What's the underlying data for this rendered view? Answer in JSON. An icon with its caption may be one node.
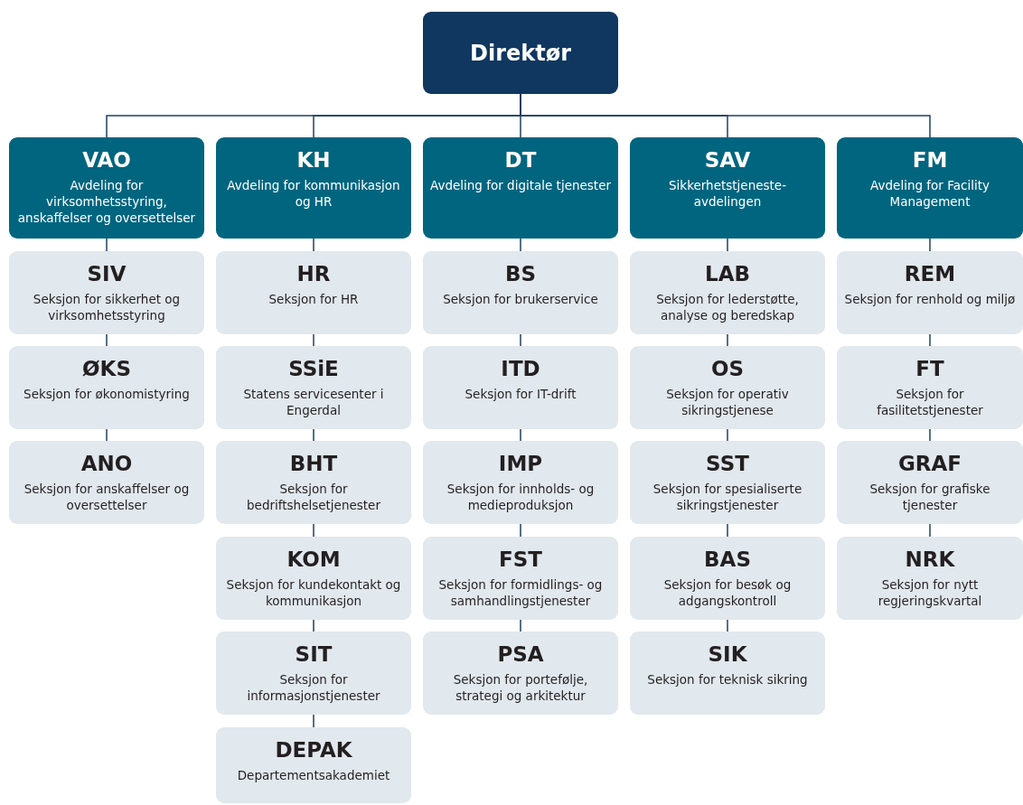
{
  "diagram": {
    "nodes": [
      {
        "text": [
          "Direktør"
        ]
      },
      {
        "text": [
          "VAO",
          "Avdeling for virksomhetsstyring, anskaffelser og oversettelser"
        ]
      },
      {
        "text": [
          "SIV",
          "Seksjon for sikkerhet og virksomhetsstyring"
        ]
      },
      {
        "text": [
          "ØKS",
          "Seksjon for økonomistyring"
        ]
      },
      {
        "text": [
          "ANO",
          "Seksjon for anskaffelser og oversettelser"
        ]
      },
      {
        "text": [
          "KH",
          "Avdeling for kommunikasjon og HR"
        ]
      },
      {
        "text": [
          "HR",
          "Seksjon for HR"
        ]
      },
      {
        "text": [
          "SSiE",
          "Statens servicesenter i Engerdal"
        ]
      },
      {
        "text": [
          "BHT",
          "Seksjon for bedriftshelsetjenester"
        ]
      },
      {
        "text": [
          "KOM",
          "Seksjon for kundekontakt og kommunikasjon"
        ]
      },
      {
        "text": [
          "SIT",
          "Seksjon for informasjonstjenester"
        ]
      },
      {
        "text": [
          "DEPAK",
          "Departementsakademiet"
        ]
      },
      {
        "text": [
          "DT",
          "Avdeling for digitale tjenester"
        ]
      },
      {
        "text": [
          "BS",
          "Seksjon for brukerservice"
        ]
      },
      {
        "text": [
          "ITD",
          "Seksjon for IT-drift"
        ]
      },
      {
        "text": [
          "IMP",
          "Seksjon for innholds- og medieproduksjon"
        ]
      },
      {
        "text": [
          "FST",
          "Seksjon for formidlings- og samhandlingstjenester"
        ]
      },
      {
        "text": [
          "PSA",
          "Seksjon for portefølje, strategi og arkitektur"
        ]
      },
      {
        "text": [
          "SAV",
          "Sikkerhetstjeneste- avdelingen"
        ]
      },
      {
        "text": [
          "LAB",
          "Seksjon for lederstøtte, analyse og beredskap"
        ]
      },
      {
        "text": [
          "OS",
          "Seksjon for operativ sikringstjenese"
        ]
      },
      {
        "text": [
          "SST",
          "Seksjon for spesialiserte sikringstjenester"
        ]
      },
      {
        "text": [
          "BAS",
          "Seksjon for besøk og adgangskontroll"
        ]
      },
      {
        "text": [
          "SIK",
          "Seksjon for teknisk sikring"
        ]
      },
      {
        "text": [
          "FM",
          "Avdeling for Facility Management"
        ]
      },
      {
        "text": [
          "REM",
          "Seksjon for renhold og miljø"
        ]
      },
      {
        "text": [
          "FT",
          "Seksjon for fasilitetstjenester"
        ]
      },
      {
        "text": [
          "GRAF",
          "Seksjon for grafiske tjenester"
        ]
      },
      {
        "text": [
          "NRK",
          "Seksjon for nytt regjeringskvartal"
        ]
      }
    ],
    "edges": [
      {
        "from": 0,
        "to": 1,
        "arrow": "none"
      },
      {
        "from": 0,
        "to": 5,
        "arrow": "none"
      },
      {
        "from": 0,
        "to": 12,
        "arrow": "none"
      },
      {
        "from": 0,
        "to": 18,
        "arrow": "none"
      },
      {
        "from": 0,
        "to": 24,
        "arrow": "none"
      },
      {
        "from": 1,
        "to": 2,
        "arrow": "none"
      },
      {
        "from": 2,
        "to": 3,
        "arrow": "none"
      },
      {
        "from": 3,
        "to": 4,
        "arrow": "none"
      },
      {
        "from": 5,
        "to": 6,
        "arrow": "none"
      },
      {
        "from": 6,
        "to": 7,
        "arrow": "none"
      },
      {
        "from": 7,
        "to": 8,
        "arrow": "none"
      },
      {
        "from": 8,
        "to": 9,
        "arrow": "none"
      },
      {
        "from": 9,
        "to": 10,
        "arrow": "none"
      },
      {
        "from": 10,
        "to": 11,
        "arrow": "none"
      },
      {
        "from": 12,
        "to": 13,
        "arrow": "none"
      },
      {
        "from": 13,
        "to": 14,
        "arrow": "none"
      },
      {
        "from": 14,
        "to": 15,
        "arrow": "none"
      },
      {
        "from": 15,
        "to": 16,
        "arrow": "none"
      },
      {
        "from": 16,
        "to": 17,
        "arrow": "none"
      },
      {
        "from": 18,
        "to": 19,
        "arrow": "none"
      },
      {
        "from": 19,
        "to": 20,
        "arrow": "none"
      },
      {
        "from": 20,
        "to": 21,
        "arrow": "none"
      },
      {
        "from": 21,
        "to": 22,
        "arrow": "none"
      },
      {
        "from": 22,
        "to": 23,
        "arrow": "none"
      },
      {
        "from": 24,
        "to": 25,
        "arrow": "none"
      },
      {
        "from": 25,
        "to": 26,
        "arrow": "none"
      },
      {
        "from": 26,
        "to": 27,
        "arrow": "none"
      },
      {
        "from": 27,
        "to": 28,
        "arrow": "none"
      }
    ]
  }
}
